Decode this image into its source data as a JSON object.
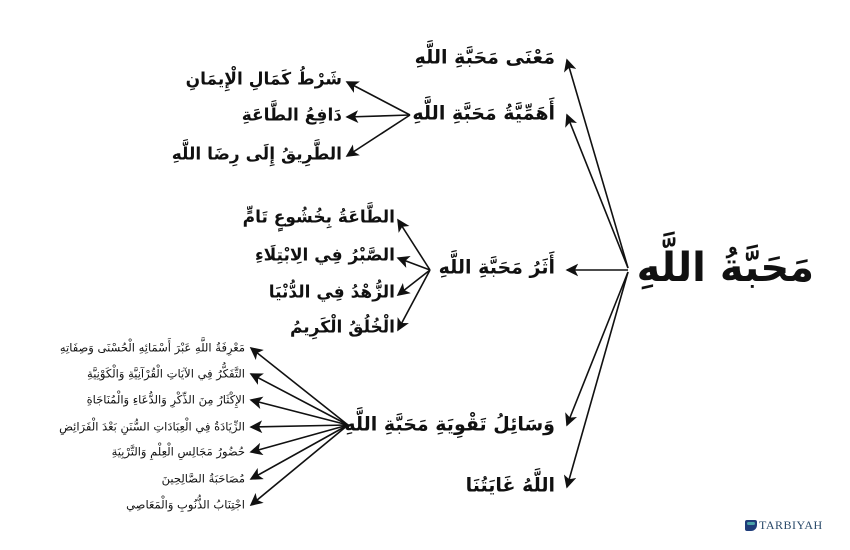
{
  "root": "مَحَبَّةُ اللَّهِ",
  "branches": {
    "meaning": "مَعْنَى مَحَبَّةِ اللَّهِ",
    "importance": {
      "label": "أَهَمِّيَّةُ مَحَبَّةِ اللَّهِ",
      "children": [
        "شَرْطُ كَمَالِ الْإِيمَانِ",
        "دَافِعُ الطَّاعَةِ",
        "الطَّرِيقُ إِلَى رِضَا اللَّهِ"
      ]
    },
    "effect": {
      "label": "أَثَرُ مَحَبَّةِ اللَّهِ",
      "children": [
        "الطَّاعَةُ بِخُشُوعٍ تَامٍّ",
        "الصَّبْرُ فِي الِابْتِلَاءِ",
        "الزُّهْدُ فِي الدُّنْيَا",
        "الْخُلُقُ الْكَرِيمُ"
      ]
    },
    "means": {
      "label": "وَسَائِلُ تَقْوِيَةِ مَحَبَّةِ اللَّهِ",
      "children": [
        "مَعْرِفَةُ اللَّهِ عَبْرَ أَسْمَائِهِ الْحُسْنَى وَصِفَاتِهِ",
        "التَّفَكُّرُ فِي الآيَاتِ الْقُرْآنِيَّةِ وَالْكَوْنِيَّةِ",
        "الإِكْثَارُ مِنَ الذِّكْرِ وَالدُّعَاءِ وَالْمُنَاجَاةِ",
        "الزِّيَادَةُ فِي الْعِبَادَاتِ السُّنَنِ بَعْدَ الْفَرَائِضِ",
        "حُضُورُ مَجَالِسِ الْعِلْمِ وَالتَّرْبِيَةِ",
        "مُصَاحَبَةُ الصَّالِحِينَ",
        "اجْتِنَابُ الذُّنُوبِ وَالْمَعَاصِي"
      ]
    },
    "goal": "اللَّهُ غَايَتُنَا"
  },
  "logo": {
    "text": "TARBIYAH"
  },
  "colors": {
    "text": "#111111",
    "logo": "#1f3d7a",
    "logo_accent": "#4aa3a8"
  }
}
